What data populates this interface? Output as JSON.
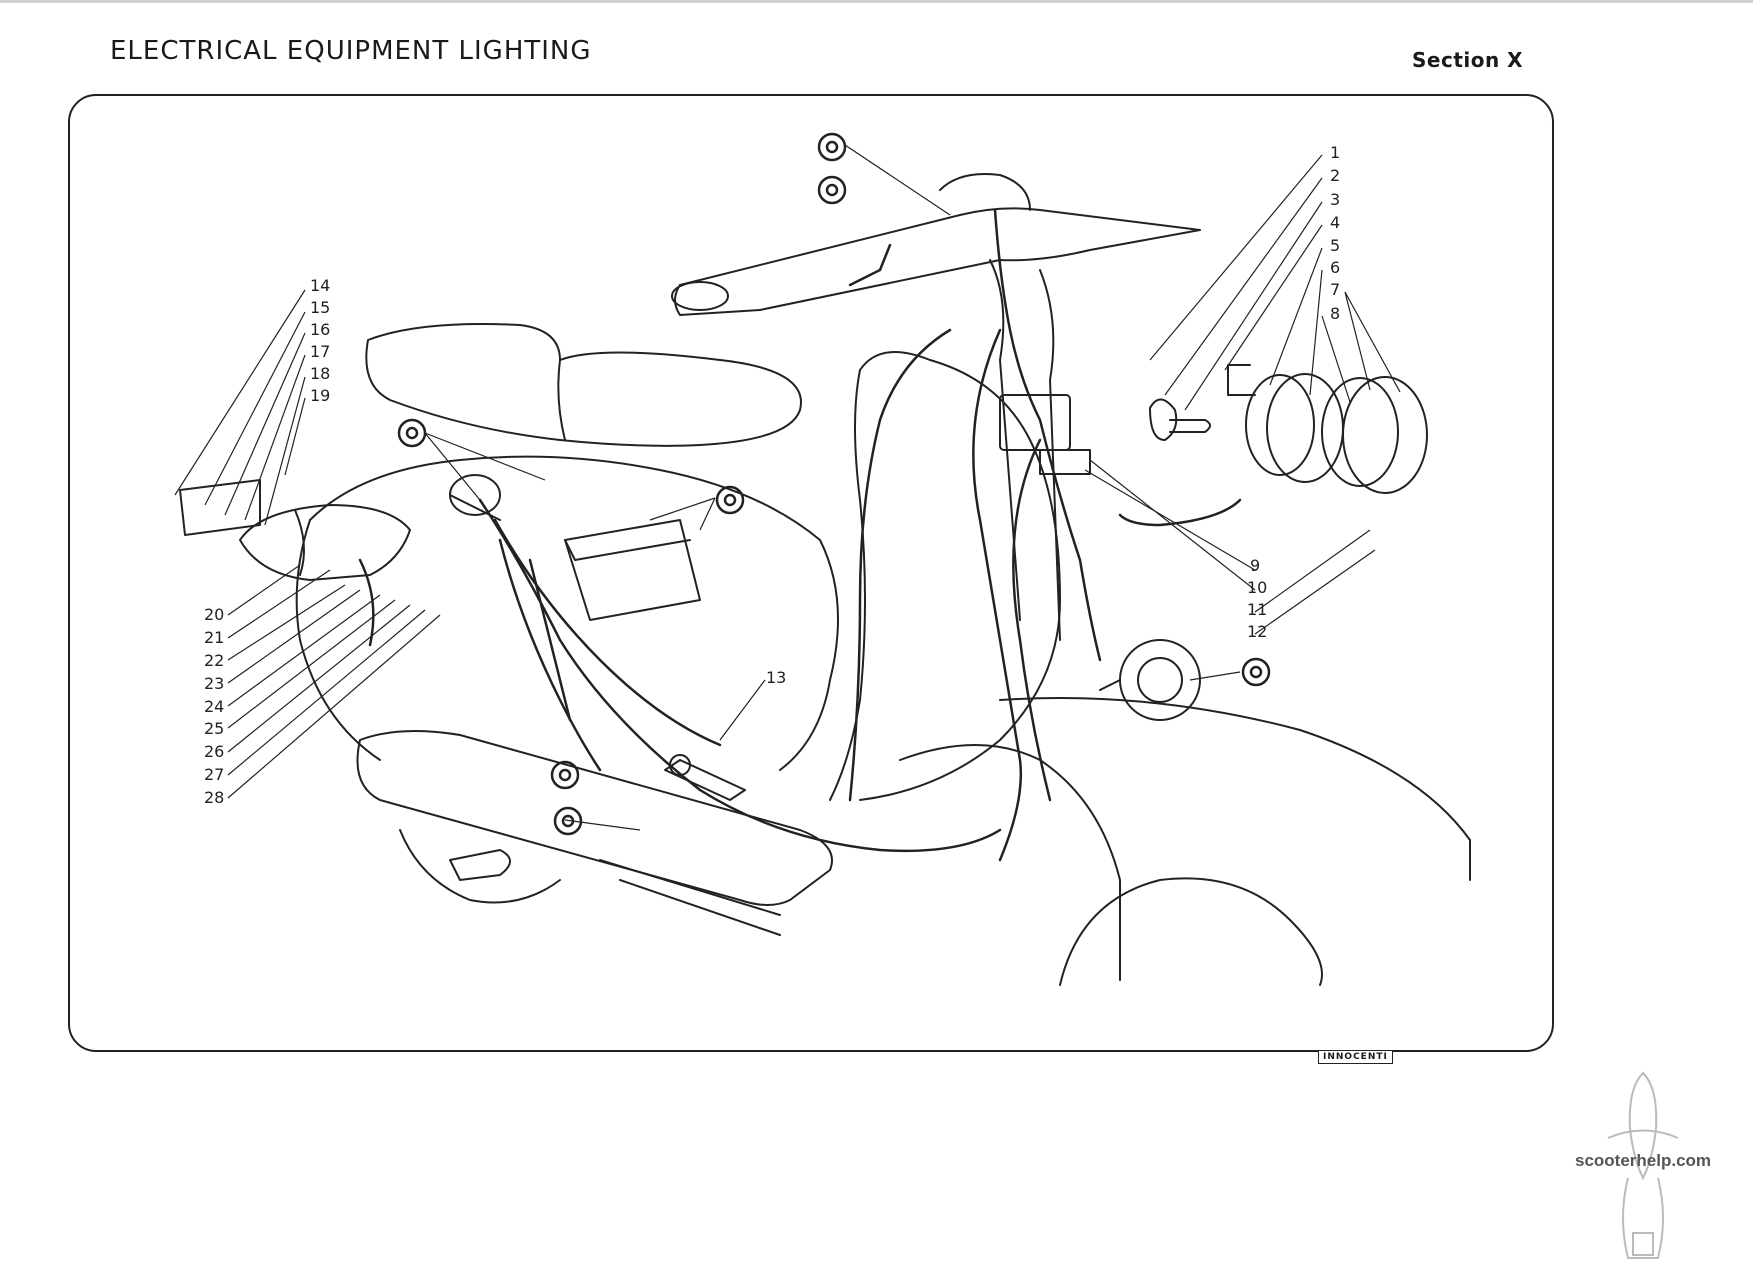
{
  "header": {
    "title": "ELECTRICAL EQUIPMENT LIGHTING",
    "section": "Section X"
  },
  "maker_badge": "INNOCENTI",
  "site": "scooterhelp.com",
  "callouts_right": [
    "1",
    "2",
    "3",
    "4",
    "5",
    "6",
    "7",
    "8"
  ],
  "callouts_mid": [
    "9",
    "10",
    "11",
    "12"
  ],
  "callout_13": "13",
  "callouts_left_top": [
    "14",
    "15",
    "16",
    "17",
    "18",
    "19"
  ],
  "callouts_left_bottom": [
    "20",
    "21",
    "22",
    "23",
    "24",
    "25",
    "26",
    "27",
    "28"
  ],
  "icons": {
    "lubrication_marker": "double-ring-icon",
    "emblem": "scooter-emblem-icon"
  },
  "colors": {
    "ink": "#222222",
    "paper": "#ffffff",
    "watermark": "#555555"
  }
}
